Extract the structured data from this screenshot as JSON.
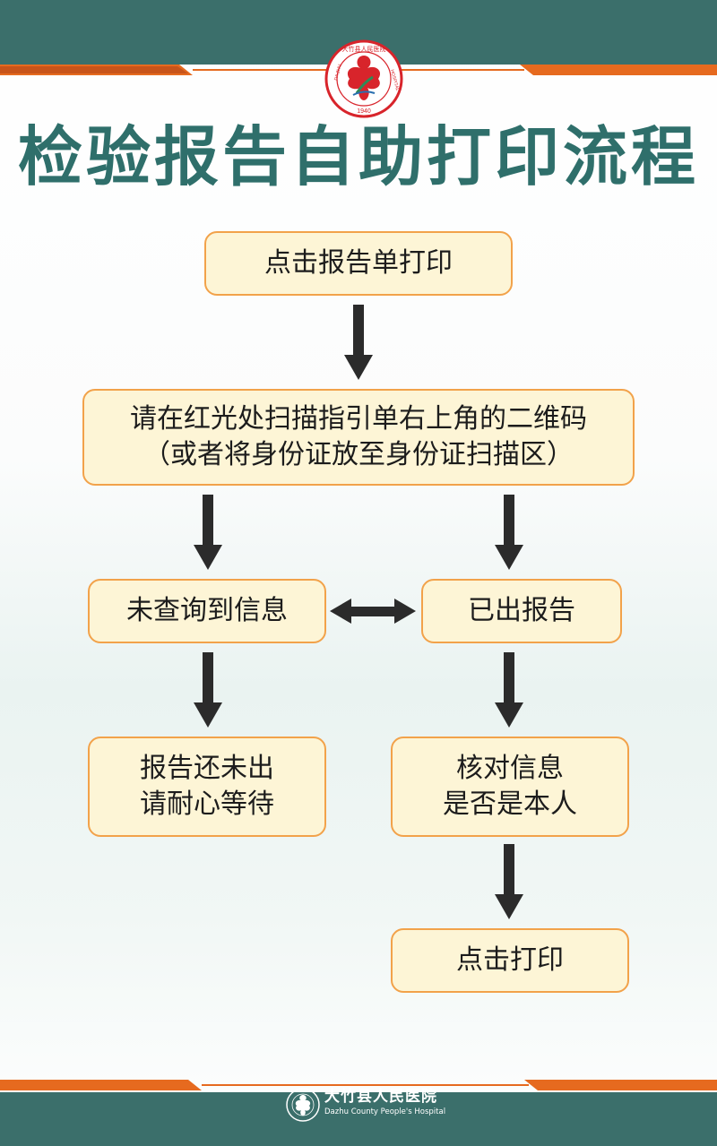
{
  "header": {
    "logo": {
      "ring_text": "大竹县人民医院",
      "letters_left": "DA ZHU",
      "letters_right": "HOSPITAL",
      "year": "1940"
    },
    "title": "检验报告自助打印流程"
  },
  "flow": {
    "step1": "点击报告单打印",
    "step2_line1": "请在红光处扫描指引单右上角的二维码",
    "step2_line2": "（或者将身份证放至身份证扫描区）",
    "branch_left": "未查询到信息",
    "branch_right": "已出报告",
    "left_result_line1": "报告还未出",
    "left_result_line2": "请耐心等待",
    "right_check_line1": "核对信息",
    "right_check_line2": "是否是本人",
    "final": "点击打印"
  },
  "footer": {
    "name": "大竹县人民医院",
    "english": "Dazhu County People's Hospital"
  },
  "colors": {
    "teal": "#3b6f6b",
    "orange": "#e66a1f",
    "box_fill": "#fdf5d6",
    "box_border": "#f2a24a",
    "title": "#2f6f6b"
  }
}
